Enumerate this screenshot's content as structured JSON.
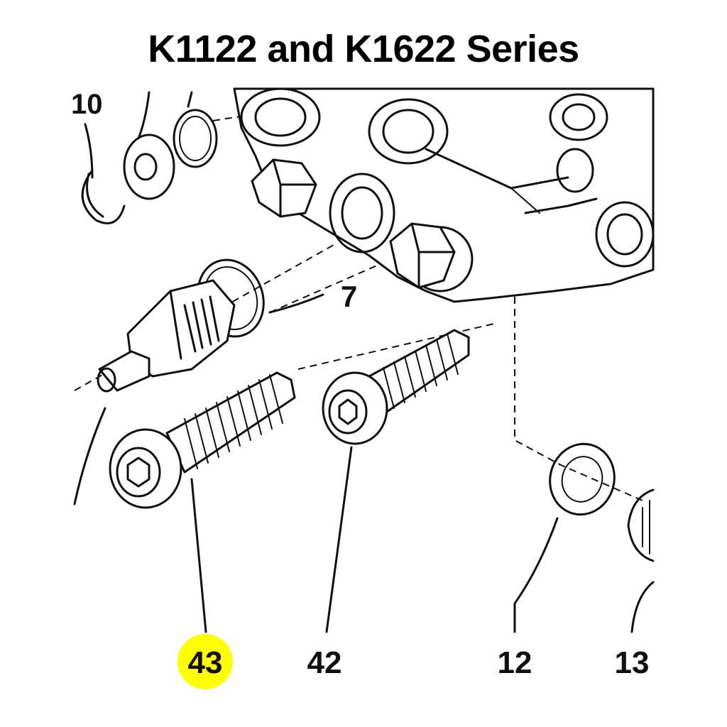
{
  "title": "K1122 and K1622 Series",
  "highlight_color": "#ffff00",
  "callouts": {
    "c10": "10",
    "c7": "7",
    "c43": "43",
    "c42": "42",
    "c12": "12",
    "c13": "13"
  },
  "highlighted_part": "43"
}
